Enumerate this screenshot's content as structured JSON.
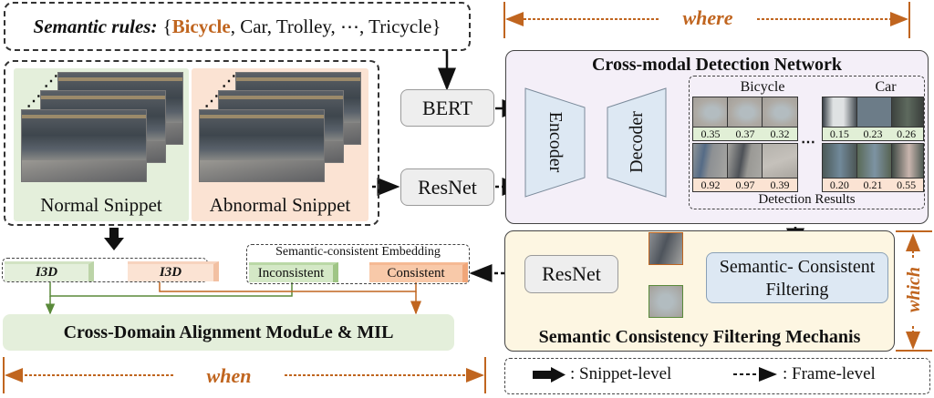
{
  "semantic_rules": {
    "label": "Semantic rules:",
    "open_brace": "{",
    "highlight": "Bicycle",
    "rest": ", Car, Trolley, ⋯, Tricycle}"
  },
  "dimension_labels": {
    "where": "where",
    "which": "which",
    "when": "when"
  },
  "snippets": {
    "normal": "Normal Snippet",
    "abnormal": "Abnormal  Snippet",
    "stack_ellipsis": "⋰"
  },
  "blocks": {
    "bert": "BERT",
    "resnet_top": "ResNet",
    "resnet_bottom": "ResNet",
    "encoder": "Encoder",
    "decoder": "Decoder"
  },
  "cross_modal": {
    "title": "Cross-modal Detection Network",
    "results_label": "Detection Results",
    "ellipsis": "⋯",
    "groups": [
      {
        "name": "Bicycle",
        "rows": [
          [
            0.35,
            0.37,
            0.32
          ],
          [
            0.92,
            0.97,
            0.39
          ]
        ]
      },
      {
        "name": "Car",
        "rows": [
          [
            0.15,
            0.23,
            0.26
          ],
          [
            0.2,
            0.21,
            0.55
          ]
        ]
      }
    ],
    "score_text": {
      "b00": "0.35",
      "b01": "0.37",
      "b02": "0.32",
      "b10": "0.92",
      "b11": "0.97",
      "b12": "0.39",
      "c00": "0.15",
      "c01": "0.23",
      "c02": "0.26",
      "c10": "0.20",
      "c11": "0.21",
      "c12": "0.55"
    }
  },
  "filtering": {
    "title": "Semantic Consistency Filtering Mechanis",
    "box_line1": "Semantic- Consistent",
    "box_line2": "Filtering"
  },
  "features": {
    "i3d_normal": "I3D",
    "i3d_abnormal": "I3D",
    "embedding_title": "Semantic-consistent Embedding",
    "inconsistent": "Inconsistent",
    "consistent": "Consistent"
  },
  "alignment": {
    "title": "Cross-Domain Alignment ModuLe & MIL"
  },
  "legend": {
    "snippet_level": ": Snippet-level",
    "frame_level": ": Frame-level"
  },
  "colors": {
    "accent_orange": "#c0651f",
    "green_panel": "#e4efdb",
    "peach_panel": "#fbe3d3",
    "purple_panel": "#f4eff8",
    "yellow_panel": "#fdf6e2",
    "blue_box": "#dde8f3"
  }
}
